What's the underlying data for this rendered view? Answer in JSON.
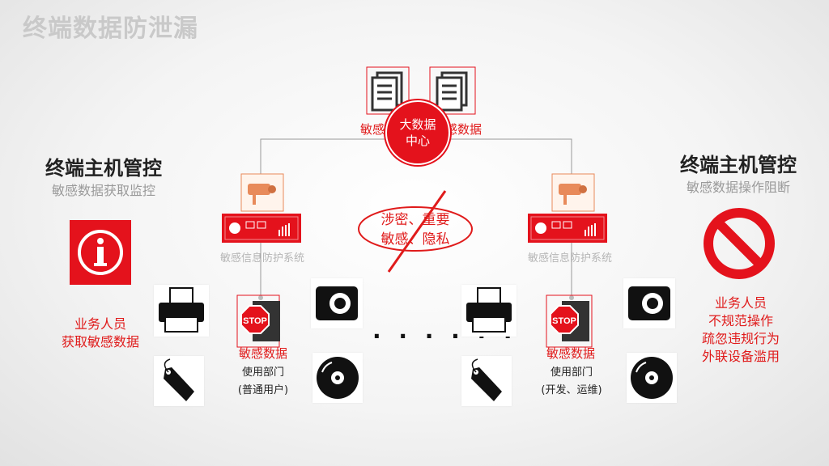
{
  "title": "终端数据防泄漏",
  "center": {
    "hub_label": "大数据中心",
    "left_doc_label": "敏感数据",
    "right_doc_label": "敏感数据",
    "warning_line1": "涉密、重要",
    "warning_line2": "敏感、隐私"
  },
  "left": {
    "heading": "终端主机管控",
    "subheading": "敏感数据获取监控",
    "system_label": "敏感信息防护系统",
    "user_line1": "业务人员",
    "user_line2": "获取敏感数据",
    "stop_label": "敏感数据",
    "dept_line1": "使用部门",
    "dept_line2": "(普通用户)"
  },
  "right": {
    "heading": "终端主机管控",
    "subheading": "敏感数据操作阻断",
    "system_label": "敏感信息防护系统",
    "user_line1": "业务人员",
    "user_line2": "不规范操作",
    "user_line3": "疏忽违规行为",
    "user_line4": "外联设备滥用",
    "stop_label": "敏感数据",
    "dept_line1": "使用部门",
    "dept_line2": "(开发、运维)"
  },
  "separator": ". . . . . .",
  "colors": {
    "accent": "#e4121c",
    "title_gray": "#c9c9c9",
    "sub_gray": "#9a9a9a"
  },
  "icons": [
    "document-icon",
    "camera-icon",
    "firewall-icon",
    "info-icon",
    "printer-icon",
    "stop-sign-icon",
    "webcam-icon",
    "tag-icon",
    "disc-icon",
    "no-entry-icon"
  ]
}
